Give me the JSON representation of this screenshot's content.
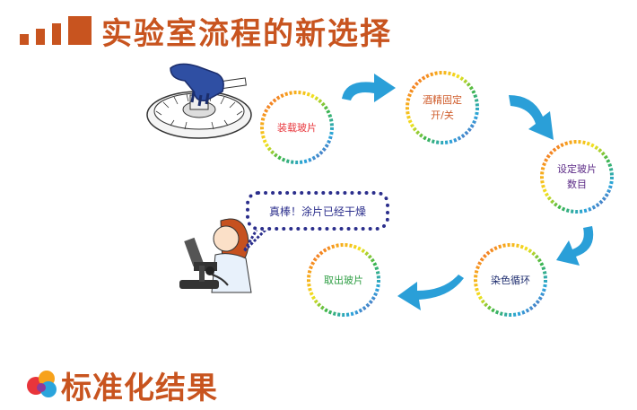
{
  "title": "实验室流程的新选择",
  "steps": [
    {
      "label_line1": "装载玻片",
      "label_line2": "",
      "color": "#e8353b"
    },
    {
      "label_line1": "酒精固定",
      "label_line2": "开/关",
      "color": "#cf5b2a"
    },
    {
      "label_line1": "设定玻片",
      "label_line2": "数目",
      "color": "#5b2a86"
    },
    {
      "label_line1": "染色循环",
      "label_line2": "",
      "color": "#1d2c6e"
    },
    {
      "label_line1": "取出玻片",
      "label_line2": "",
      "color": "#2f9e44"
    }
  ],
  "bubble": {
    "text": "真棒！涂片已经干燥"
  },
  "result_heading": "标准化结果",
  "colors": {
    "accent": "#c8541f",
    "arrow": "#2a9fd8",
    "bubble_border": "#2b2e8c"
  }
}
